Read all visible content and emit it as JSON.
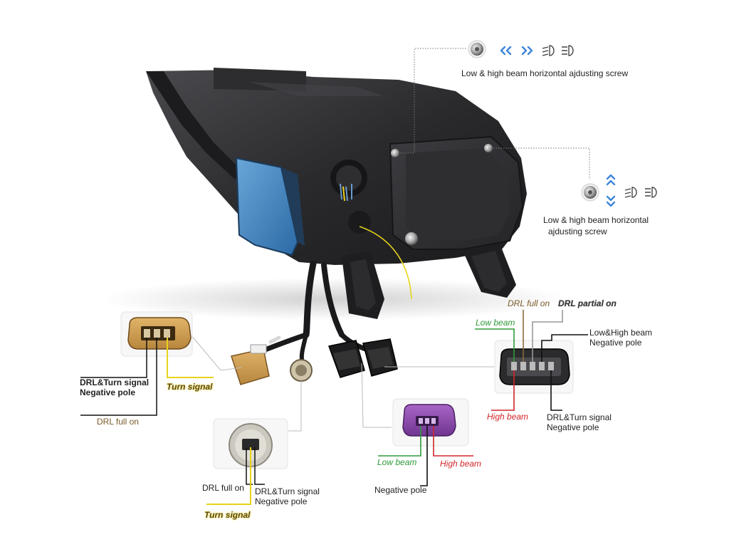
{
  "screw_top": {
    "label": "Low & high beam horizontal ajdusting screw"
  },
  "screw_right": {
    "line1": "Low & high beam horizontal",
    "line2": "ajdusting screw"
  },
  "conn_left": {
    "label_neg_line1": "DRL&Turn signal",
    "label_neg_line2": "Negative pole",
    "label_turn": "Turn signal",
    "label_drl": "DRL full on"
  },
  "conn_round": {
    "label_drl": "DRL full on",
    "label_neg_line1": "DRL&Turn signal",
    "label_neg_line2": "Negative pole",
    "label_turn": "Turn signal"
  },
  "conn_purple": {
    "label_low": "Low beam",
    "label_high": "High beam",
    "label_neg": "Negative pole"
  },
  "conn_right": {
    "label_drl_full": "DRL full on",
    "label_drl_partial": "DRL partial on",
    "label_low": "Low beam",
    "label_lh_line1": "Low&High beam",
    "label_lh_line2": "Negative pole",
    "label_high": "High beam",
    "label_drlturn_line1": "DRL&Turn signal",
    "label_drlturn_line2": "Negative pole"
  },
  "colors": {
    "green": "#2e9a3a",
    "red": "#d0262a",
    "yellow": "#e8d31a",
    "brown": "#8a6a3a",
    "arrow_blue": "#3d86d8",
    "purple": "#8a4aa8"
  },
  "icons": [
    "chevron-left-icon",
    "chevron-right-icon",
    "chevron-up-icon",
    "chevron-down-icon",
    "low-beam-icon",
    "high-beam-icon",
    "screw-icon"
  ]
}
